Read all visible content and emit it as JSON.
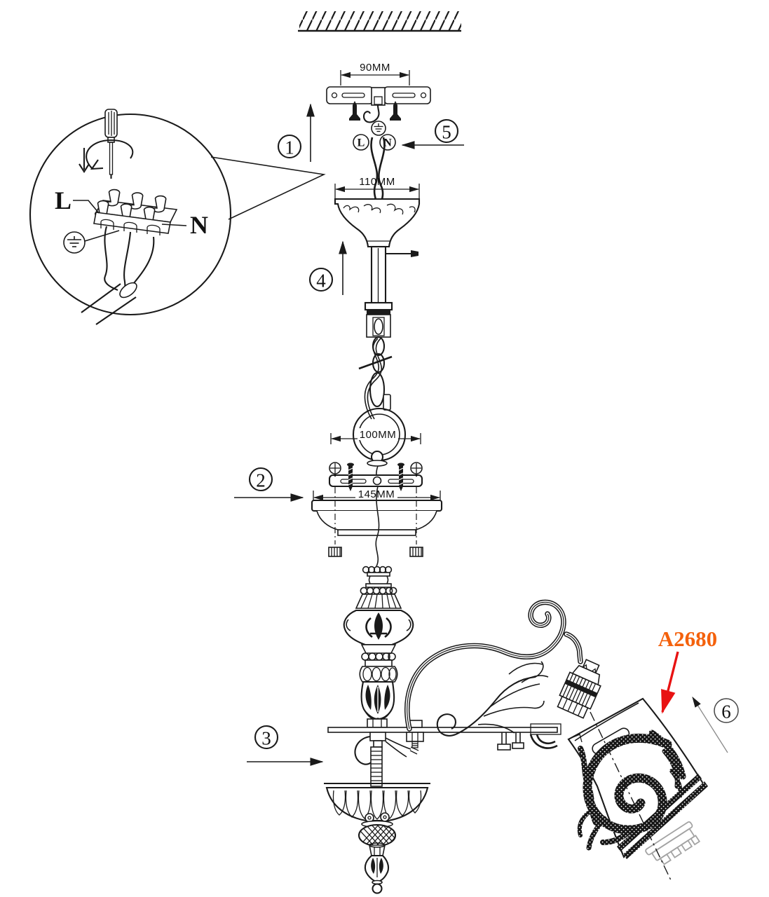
{
  "diagram": {
    "title": "chandelier-installation-diagram",
    "part_code": "A2680",
    "colors": {
      "line": "#1a1a1a",
      "part_code": "#f4610c",
      "red_arrow": "#e81212",
      "ghost": "#a3a3a3"
    },
    "dimensions": {
      "bracket": "90MM",
      "canopy": "110MM",
      "ring": "100MM",
      "cup": "145MM"
    },
    "steps": {
      "s1": "1",
      "s2": "2",
      "s3": "3",
      "s4": "4",
      "s5": "5",
      "s6": "6"
    },
    "wiring": {
      "live": "L",
      "neutral": "N"
    },
    "inset_wiring": {
      "live": "L",
      "neutral": "N"
    }
  }
}
